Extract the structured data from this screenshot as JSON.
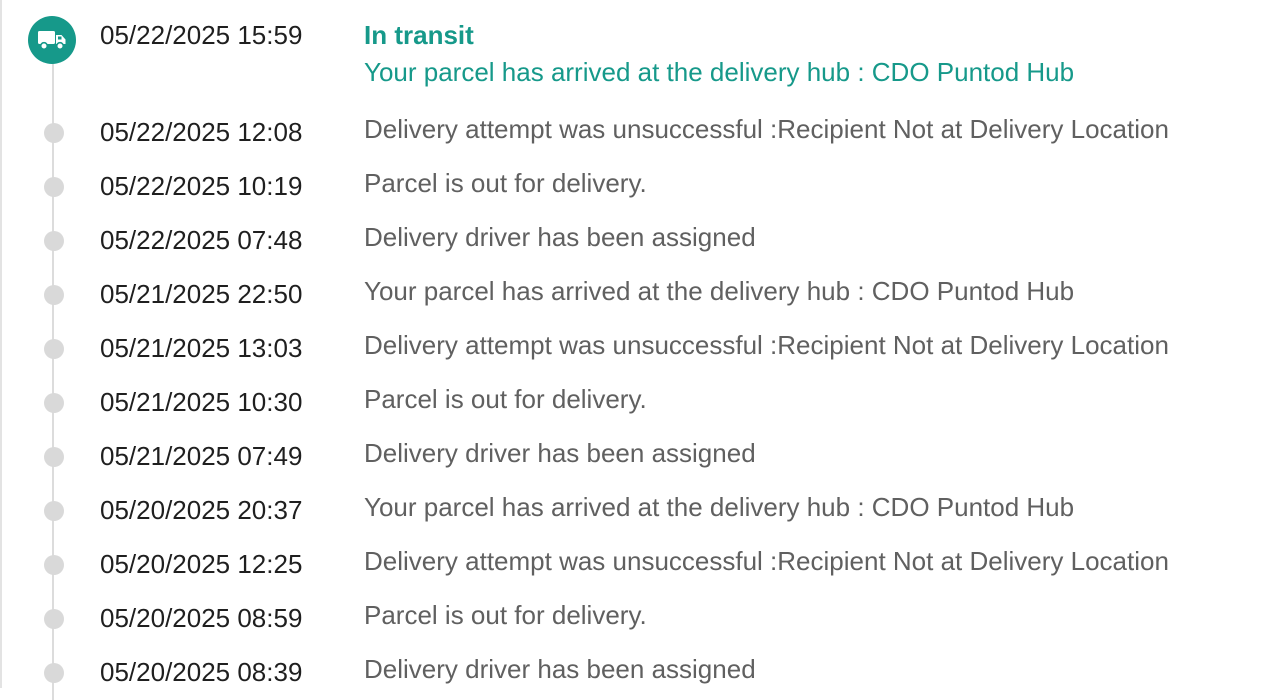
{
  "current_event": {
    "timestamp": "05/22/2025 15:59",
    "status": "In transit",
    "description": "Your parcel has arrived at the delivery hub : CDO Puntod Hub",
    "icon": "truck-icon",
    "accent_color": "#16998a"
  },
  "events": [
    {
      "timestamp": "05/22/2025 12:08",
      "description": "Delivery attempt was unsuccessful :Recipient Not at Delivery Location"
    },
    {
      "timestamp": "05/22/2025 10:19",
      "description": "Parcel is out for delivery."
    },
    {
      "timestamp": "05/22/2025 07:48",
      "description": "Delivery driver has been assigned"
    },
    {
      "timestamp": "05/21/2025 22:50",
      "description": "Your parcel has arrived at the delivery hub : CDO Puntod Hub"
    },
    {
      "timestamp": "05/21/2025 13:03",
      "description": "Delivery attempt was unsuccessful :Recipient Not at Delivery Location"
    },
    {
      "timestamp": "05/21/2025 10:30",
      "description": "Parcel is out for delivery."
    },
    {
      "timestamp": "05/21/2025 07:49",
      "description": "Delivery driver has been assigned"
    },
    {
      "timestamp": "05/20/2025 20:37",
      "description": "Your parcel has arrived at the delivery hub : CDO Puntod Hub"
    },
    {
      "timestamp": "05/20/2025 12:25",
      "description": "Delivery attempt was unsuccessful :Recipient Not at Delivery Location"
    },
    {
      "timestamp": "05/20/2025 08:59",
      "description": "Parcel is out for delivery."
    },
    {
      "timestamp": "05/20/2025 08:39",
      "description": "Delivery driver has been assigned"
    }
  ]
}
